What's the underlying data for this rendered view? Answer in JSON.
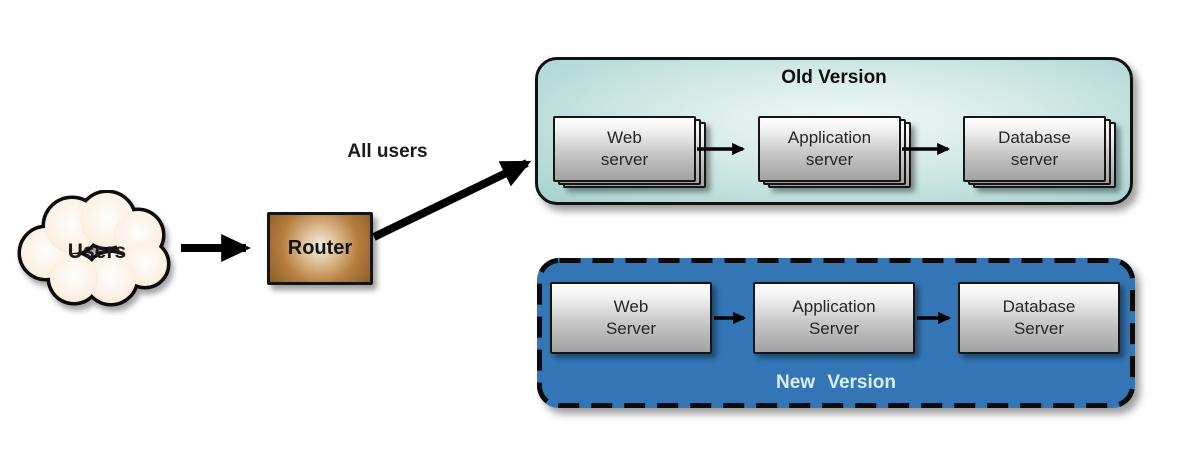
{
  "users_cloud": {
    "label": "Users"
  },
  "router": {
    "label": "Router"
  },
  "router_arrow": {
    "label": "All users"
  },
  "old_version": {
    "title": "Old Version",
    "servers": [
      {
        "label": "Web\nserver"
      },
      {
        "label": "Application\nserver"
      },
      {
        "label": "Database\nserver"
      }
    ]
  },
  "new_version": {
    "title": "New Version",
    "servers": [
      {
        "label": "Web\nServer"
      },
      {
        "label": "Application\nServer"
      },
      {
        "label": "Database\nServer"
      }
    ]
  },
  "colors": {
    "old_container_fill": "#a5d2ce",
    "new_container_fill": "#3476b5",
    "router_fill": "#b67f3f",
    "cloud_fill": "#fbeedd",
    "server_box_fill": "#d9d9d9",
    "new_title_text": "#d9edf9",
    "arrow": "#000000"
  }
}
